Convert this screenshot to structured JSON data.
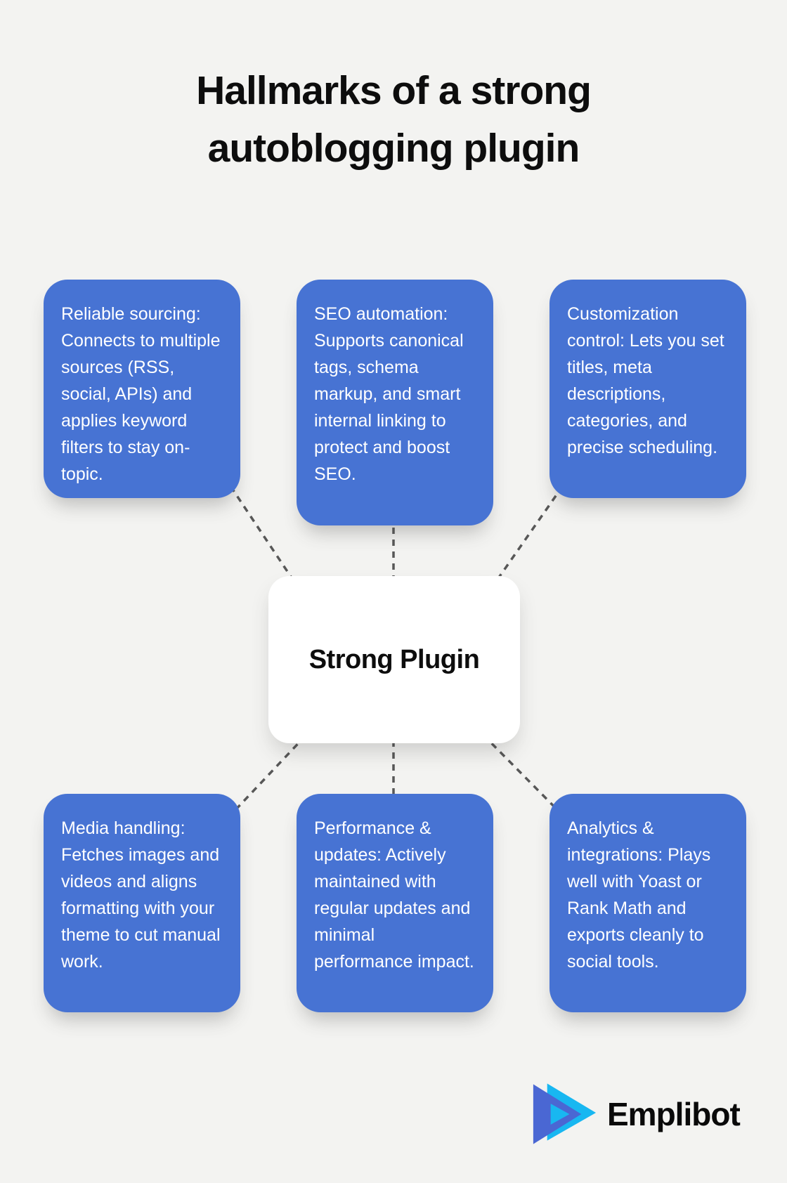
{
  "title": {
    "line1": "Hallmarks of a strong",
    "line2": "autoblogging plugin"
  },
  "center": {
    "label": "Strong Plugin"
  },
  "cards": [
    {
      "id": "reliable-sourcing",
      "text": "Reliable sourcing: Connects to multiple sources (RSS, social, APIs) and applies keyword filters to stay on-topic."
    },
    {
      "id": "seo-automation",
      "text": "SEO automation: Supports canonical tags, schema markup, and smart internal linking to protect and boost SEO."
    },
    {
      "id": "customization-control",
      "text": "Customization control: Lets you set titles, meta descriptions, categories, and precise scheduling."
    },
    {
      "id": "media-handling",
      "text": "Media handling: Fetches images and videos and aligns formatting with your theme to cut manual work."
    },
    {
      "id": "performance-updates",
      "text": "Performance & updates: Actively maintained with regular updates and minimal performance impact."
    },
    {
      "id": "analytics-integrations",
      "text": "Analytics & integrations: Plays well with Yoast or Rank Math and exports cleanly to social tools."
    }
  ],
  "brand": {
    "name": "Emplibot"
  },
  "colors": {
    "background": "#f3f3f1",
    "card_blue": "#4773d3",
    "card_text": "#ffffff",
    "title_text": "#0d0d0d",
    "connector_dash": "#575757",
    "logo_indigo": "#4a67d3",
    "logo_cyan": "#18b7f1"
  }
}
